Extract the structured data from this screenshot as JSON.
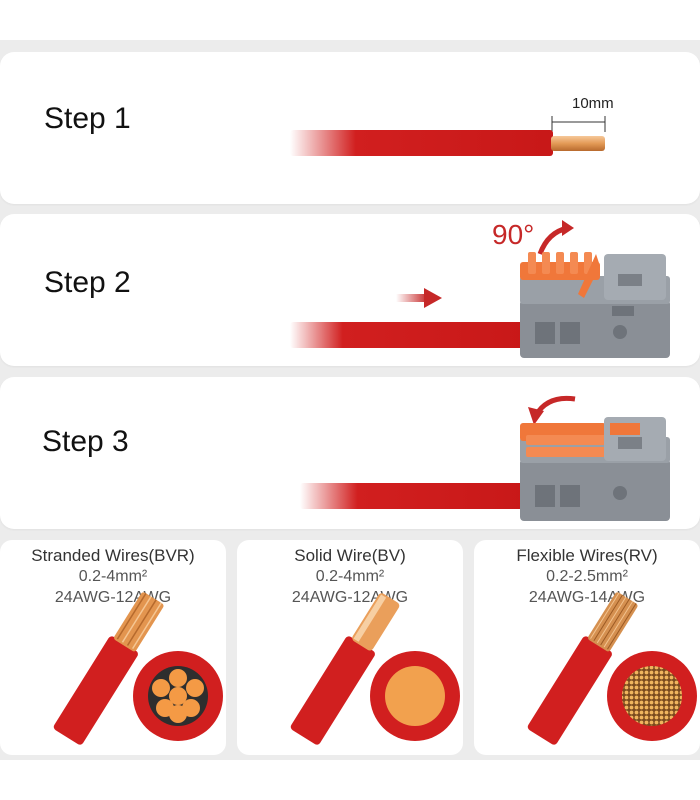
{
  "steps": [
    {
      "label": "Step 1"
    },
    {
      "label": "Step 2"
    },
    {
      "label": "Step 3"
    }
  ],
  "step1": {
    "measure_label": "10mm"
  },
  "step2": {
    "angle_label": "90°"
  },
  "wires": [
    {
      "title": "Stranded Wires(BVR)",
      "range": "0.2-4mm²",
      "awg": "24AWG-12AWG",
      "core": "stranded-core-icon"
    },
    {
      "title": "Solid Wire(BV)",
      "range": "0.2-4mm²",
      "awg": "24AWG-12AWG",
      "core": "solid-core-icon"
    },
    {
      "title": "Flexible Wires(RV)",
      "range": "0.2-2.5mm²",
      "awg": "24AWG-14AWG",
      "core": "flexible-core-icon"
    }
  ],
  "colors": {
    "wire_red": "#d11f1f",
    "copper": "#e9a15a",
    "connector_gray": "#8a8f96",
    "lever_orange": "#f0773a",
    "arrow_red": "#c62828"
  }
}
